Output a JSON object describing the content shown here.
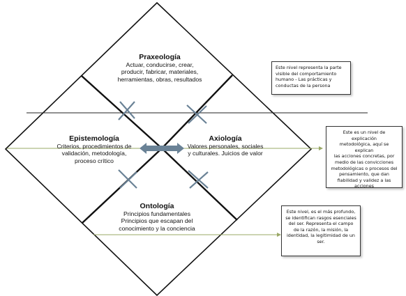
{
  "quadrants": {
    "top": {
      "title": "Praxeología",
      "lines": [
        "Actuar, conducirse, crear,",
        "producir, fabricar, materiales,",
        "herramientas, obras, resultados"
      ]
    },
    "left": {
      "title": "Epistemología",
      "lines": [
        "Criterios, procedimientos de",
        "validación, metodología,",
        "proceso crítico"
      ]
    },
    "right": {
      "title": "Axiología",
      "lines": [
        "Valores personales, sociales",
        "y culturales. Juicios de valor"
      ]
    },
    "bottom": {
      "title": "Ontología",
      "lines": [
        "Principios fundamentales",
        "Principios que escapan del",
        "conocimiento y la conciencia"
      ]
    }
  },
  "notes": [
    {
      "lines": [
        "Este nivel representa la parte",
        "visible del comportamiento",
        "humano - Las prácticas y",
        "conductas de la persona"
      ]
    },
    {
      "lines": [
        "Este es un nivel de explicación",
        "metodológica, aquí se explican",
        "las acciones concretas, por",
        "medio de las convicciones",
        "metodológicas o procesos del",
        "pensamiento, que dan",
        "fiabilidad y validez a las",
        "acciones"
      ]
    },
    {
      "lines": [
        "Este nivel, es el más profundo,",
        "se identifican rasgos esenciales",
        "del ser. Representa el campo",
        "de la razón, la misión, la",
        "identidad, la legitimidad de un",
        "ser."
      ]
    }
  ],
  "colors": {
    "arrow": "#6a8296",
    "pointer_line": "#9aa866",
    "divider": "#222222"
  }
}
